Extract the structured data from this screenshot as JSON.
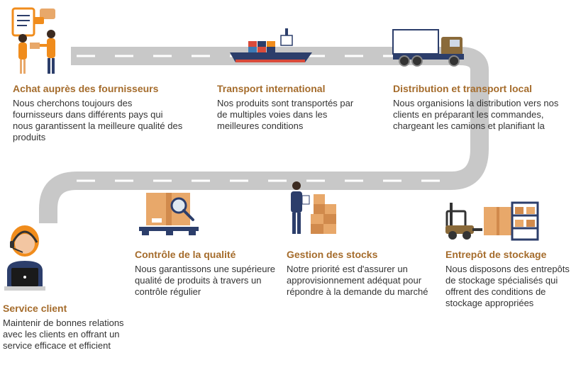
{
  "colors": {
    "title": "#a56c2c",
    "text": "#333333",
    "road": "#c8c8c8",
    "road_marking": "#ffffff",
    "accent_orange": "#f08c1c",
    "box": "#e8a86a",
    "navy": "#2c3e6b"
  },
  "steps": [
    {
      "id": "suppliers",
      "title": "Achat auprès des fournisseurs",
      "description": "Nous cherchons toujours des fournisseurs dans différents pays qui nous garantissent la meilleure qualité des produits",
      "icon": "handshake-purchase-icon"
    },
    {
      "id": "transport",
      "title": "Transport international",
      "description": "Nos produits sont transportés par de multiples voies dans les meilleures conditions",
      "icon": "cargo-ship-icon"
    },
    {
      "id": "distribution",
      "title": "Distribution et transport local",
      "description": "Nous organisions la distribution vers nos clients en préparant les commandes, chargeant les camions et planifiant la",
      "icon": "delivery-truck-icon"
    },
    {
      "id": "warehouse",
      "title": "Entrepôt de stockage",
      "description": "Nous disposons des entrepôts de stockage spécialisés qui offrent des conditions de stockage appropriées",
      "icon": "forklift-warehouse-icon"
    },
    {
      "id": "stock",
      "title": "Gestion des stocks",
      "description": "Notre priorité est d'assurer un approvisionnement adéquat pour répondre à la demande du marché",
      "icon": "stock-worker-icon"
    },
    {
      "id": "quality",
      "title": "Contrôle de la qualité",
      "description": "Nous garantissons une supérieure qualité de produits à travers un contrôle régulier",
      "icon": "quality-inspection-icon"
    },
    {
      "id": "service",
      "title": "Service client",
      "description": "Maintenir de bonnes relations avec les clients en offrant un service efficace et efficient",
      "icon": "customer-service-agent-icon"
    }
  ]
}
